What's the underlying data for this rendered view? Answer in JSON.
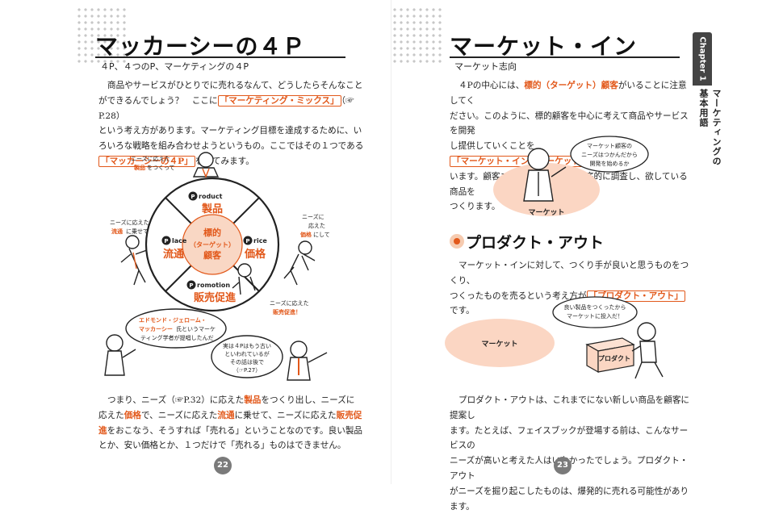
{
  "left_page": {
    "title": "マッカーシーの４Ｐ",
    "subtitle": "４P、４つのP、マーケティングの４P",
    "intro": {
      "l1": "商品やサービスがひとりでに売れるなんて、どうしたらそんなこと",
      "l2a": "ができるんでしょう？　ここに",
      "l2_box": "「マーケティング・ミックス」",
      "l2b": "（☞P.28）",
      "l3": "という考え方があります。マーケティング目標を達成するために、い",
      "l4": "ろいろな戦略を組み合わせようというもの。ここではその１つである",
      "l5_box": "「マッカーシーの４P」",
      "l5b": "を見てみます。"
    },
    "diagram": {
      "center_l1": "標的",
      "center_l2": "（ターゲット）",
      "center_l3": "顧客",
      "product_en": "roduct",
      "product_jp": "製品",
      "price_en": "rice",
      "price_jp": "価格",
      "place_en": "lace",
      "place_jp": "流通",
      "promotion_en": "romotion",
      "promotion_jp": "販売促進",
      "p_letter": "P",
      "note_product_1": "ニーズに応えた",
      "note_product_hl": "製品",
      "note_product_2": "をつくって",
      "note_place_1": "ニーズに応えた",
      "note_place_hl": "流通",
      "note_place_2": "に乗せて",
      "note_price_1": "ニーズに",
      "note_price_2": "応えた",
      "note_price_hl": "価格",
      "note_price_3": "にして",
      "note_promo_1": "ニーズに応えた",
      "note_promo_hl": "販売促進！",
      "bubble1_hl1": "エドモンド・ジェローム・",
      "bubble1_hl2": "マッカーシー",
      "bubble1_2": "氏というマーケ",
      "bubble1_3": "ティング学者が提唱したんだ",
      "bubble2_1": "実は４Pはもう古い",
      "bubble2_2": "といわれているが",
      "bubble2_3": "その話は後で",
      "bubble2_4": "（☞P.27）"
    },
    "outro": {
      "l1a": "つまり、ニーズ（☞P.32）に応えた",
      "l1_hl": "製品",
      "l1b": "をつくり出し、ニーズに",
      "l2a": "応えた",
      "l2_hl1": "価格",
      "l2b": "で、ニーズに応えた",
      "l2_hl2": "流通",
      "l2c": "に乗せて、ニーズに応えた",
      "l2_hl3": "販売促",
      "l3_hl": "進",
      "l3a": "をおこなう、そうすれば「売れる」ということなのです。良い製品",
      "l4": "とか、安い価格とか、１つだけで「売れる」ものはできません。"
    },
    "page_number": "22"
  },
  "right_page": {
    "title": "マーケット・イン",
    "subtitle": "マーケット志向",
    "intro": {
      "l1a": "４Pの中心には、",
      "l1_hl": "標的（ターゲット）顧客",
      "l1b": "がいることに注意してく",
      "l2": "ださい。このように、標的顧客を中心に考えて商品やサービスを開発",
      "l3a": "し提供していくことを",
      "l3_box": "「マーケット・イン（マーケット志向）」",
      "l3b": "とい",
      "l4": "います。顧客ニーズを知るために徹底的に調査し、欲している商品を",
      "l5": "つくります。"
    },
    "illus1": {
      "bubble_1": "マーケット顧客の",
      "bubble_2": "ニーズはつかんだから",
      "bubble_3": "開発を始めるか",
      "market_label": "マーケット"
    },
    "section2_title": "プロダクト・アウト",
    "body2": {
      "l1": "マーケット・インに対して、つくり手が良いと思うものをつくり、",
      "l2a": "つくったものを売るという考え方が",
      "l2_box": "「プロダクト・アウト」",
      "l2b": "です。"
    },
    "illus2": {
      "bubble_1": "良い製品をつくったから",
      "bubble_2": "マーケットに投入だ！",
      "market_label": "マーケット",
      "product_label": "プロダクト"
    },
    "body3": {
      "l1": "プロダクト・アウトは、これまでにない新しい商品を顧客に提案し",
      "l2": "ます。たとえば、フェイスブックが登場する前は、こんなサービスの",
      "l3": "ニーズが高いと考えた人はいなかったでしょう。プロダクト・アウト",
      "l4": "がニーズを掘り起こしたものは、爆発的に売れる可能性があります。"
    },
    "side_tab": {
      "chapter": "Chapter 1",
      "topic": "マーケティングの基本用語"
    },
    "page_number": "23"
  }
}
